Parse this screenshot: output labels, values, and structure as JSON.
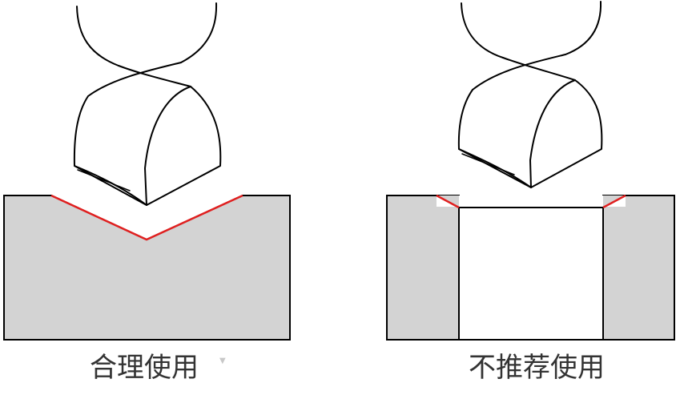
{
  "panels": [
    {
      "id": "good-practice",
      "caption": "合理使用",
      "caption_color": "#333333",
      "block_fill": "#d3d3d3",
      "edge_highlight_color": "#e02020"
    },
    {
      "id": "not-recommended",
      "caption": "不推荐使用",
      "caption_color": "#333333",
      "block_fill": "#d3d3d3",
      "edge_highlight_color": "#e02020"
    }
  ],
  "icons": {
    "caption_dropdown": "chevron-down-icon"
  }
}
